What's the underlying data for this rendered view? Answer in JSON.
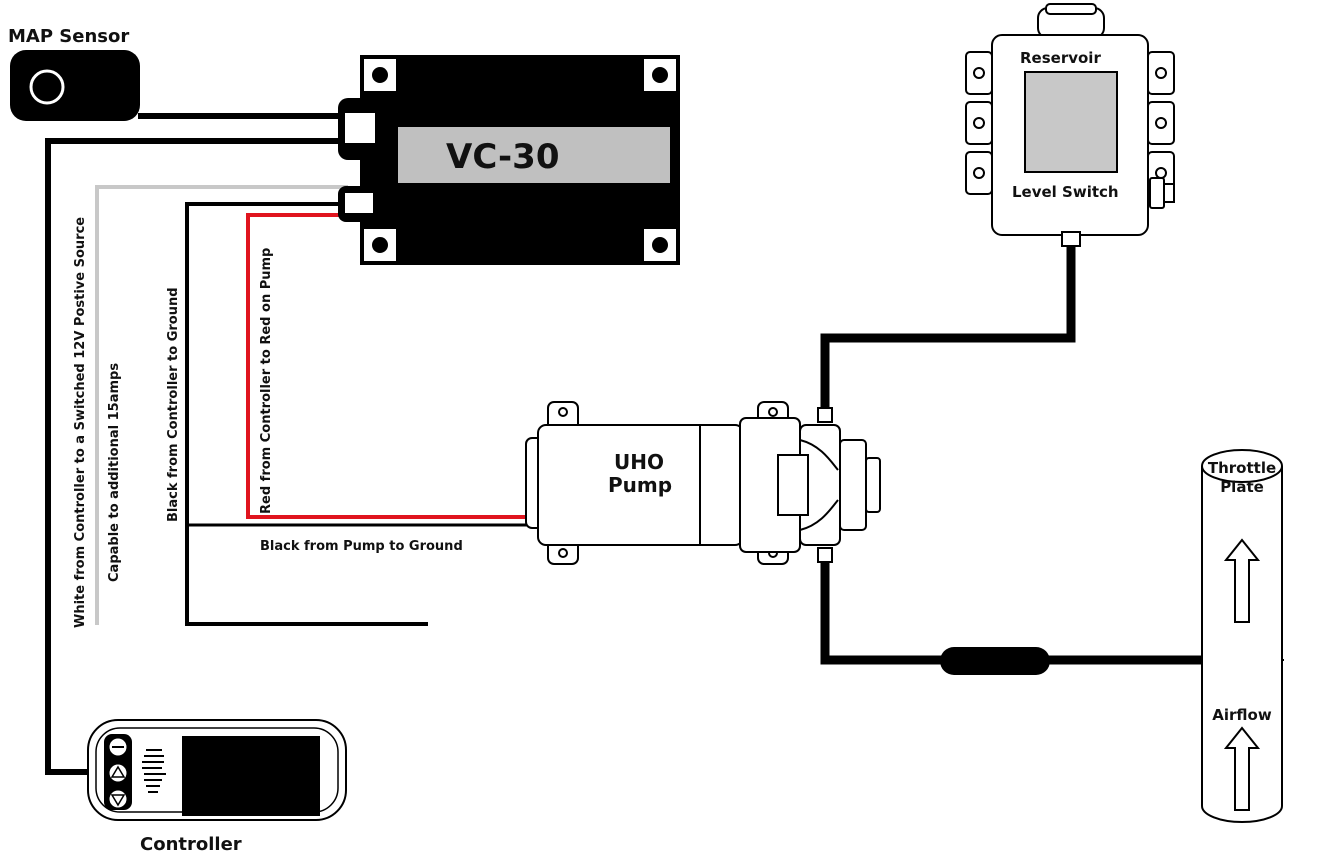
{
  "components": {
    "map_sensor": "MAP Sensor",
    "vc30": "VC-30",
    "reservoir": "Reservoir",
    "level_switch": "Level Switch",
    "pump_line1": "UHO",
    "pump_line2": "Pump",
    "throttle_line1": "Throttle",
    "throttle_line2": "Plate",
    "airflow": "Airflow",
    "controller": "Controller"
  },
  "wires": {
    "white": "White from Controller to a Switched 12V Postive Source",
    "capable": "Capable to additional 15amps",
    "black_controller": "Black from Controller to Ground",
    "red": "Red from Controller to Red on Pump",
    "black_pump": "Black from Pump to Ground"
  },
  "colors": {
    "red_wire": "#e0141e",
    "white_wire": "#c8c8c8",
    "black_wire": "#000000",
    "vc30_band": "#c0c0c0"
  }
}
